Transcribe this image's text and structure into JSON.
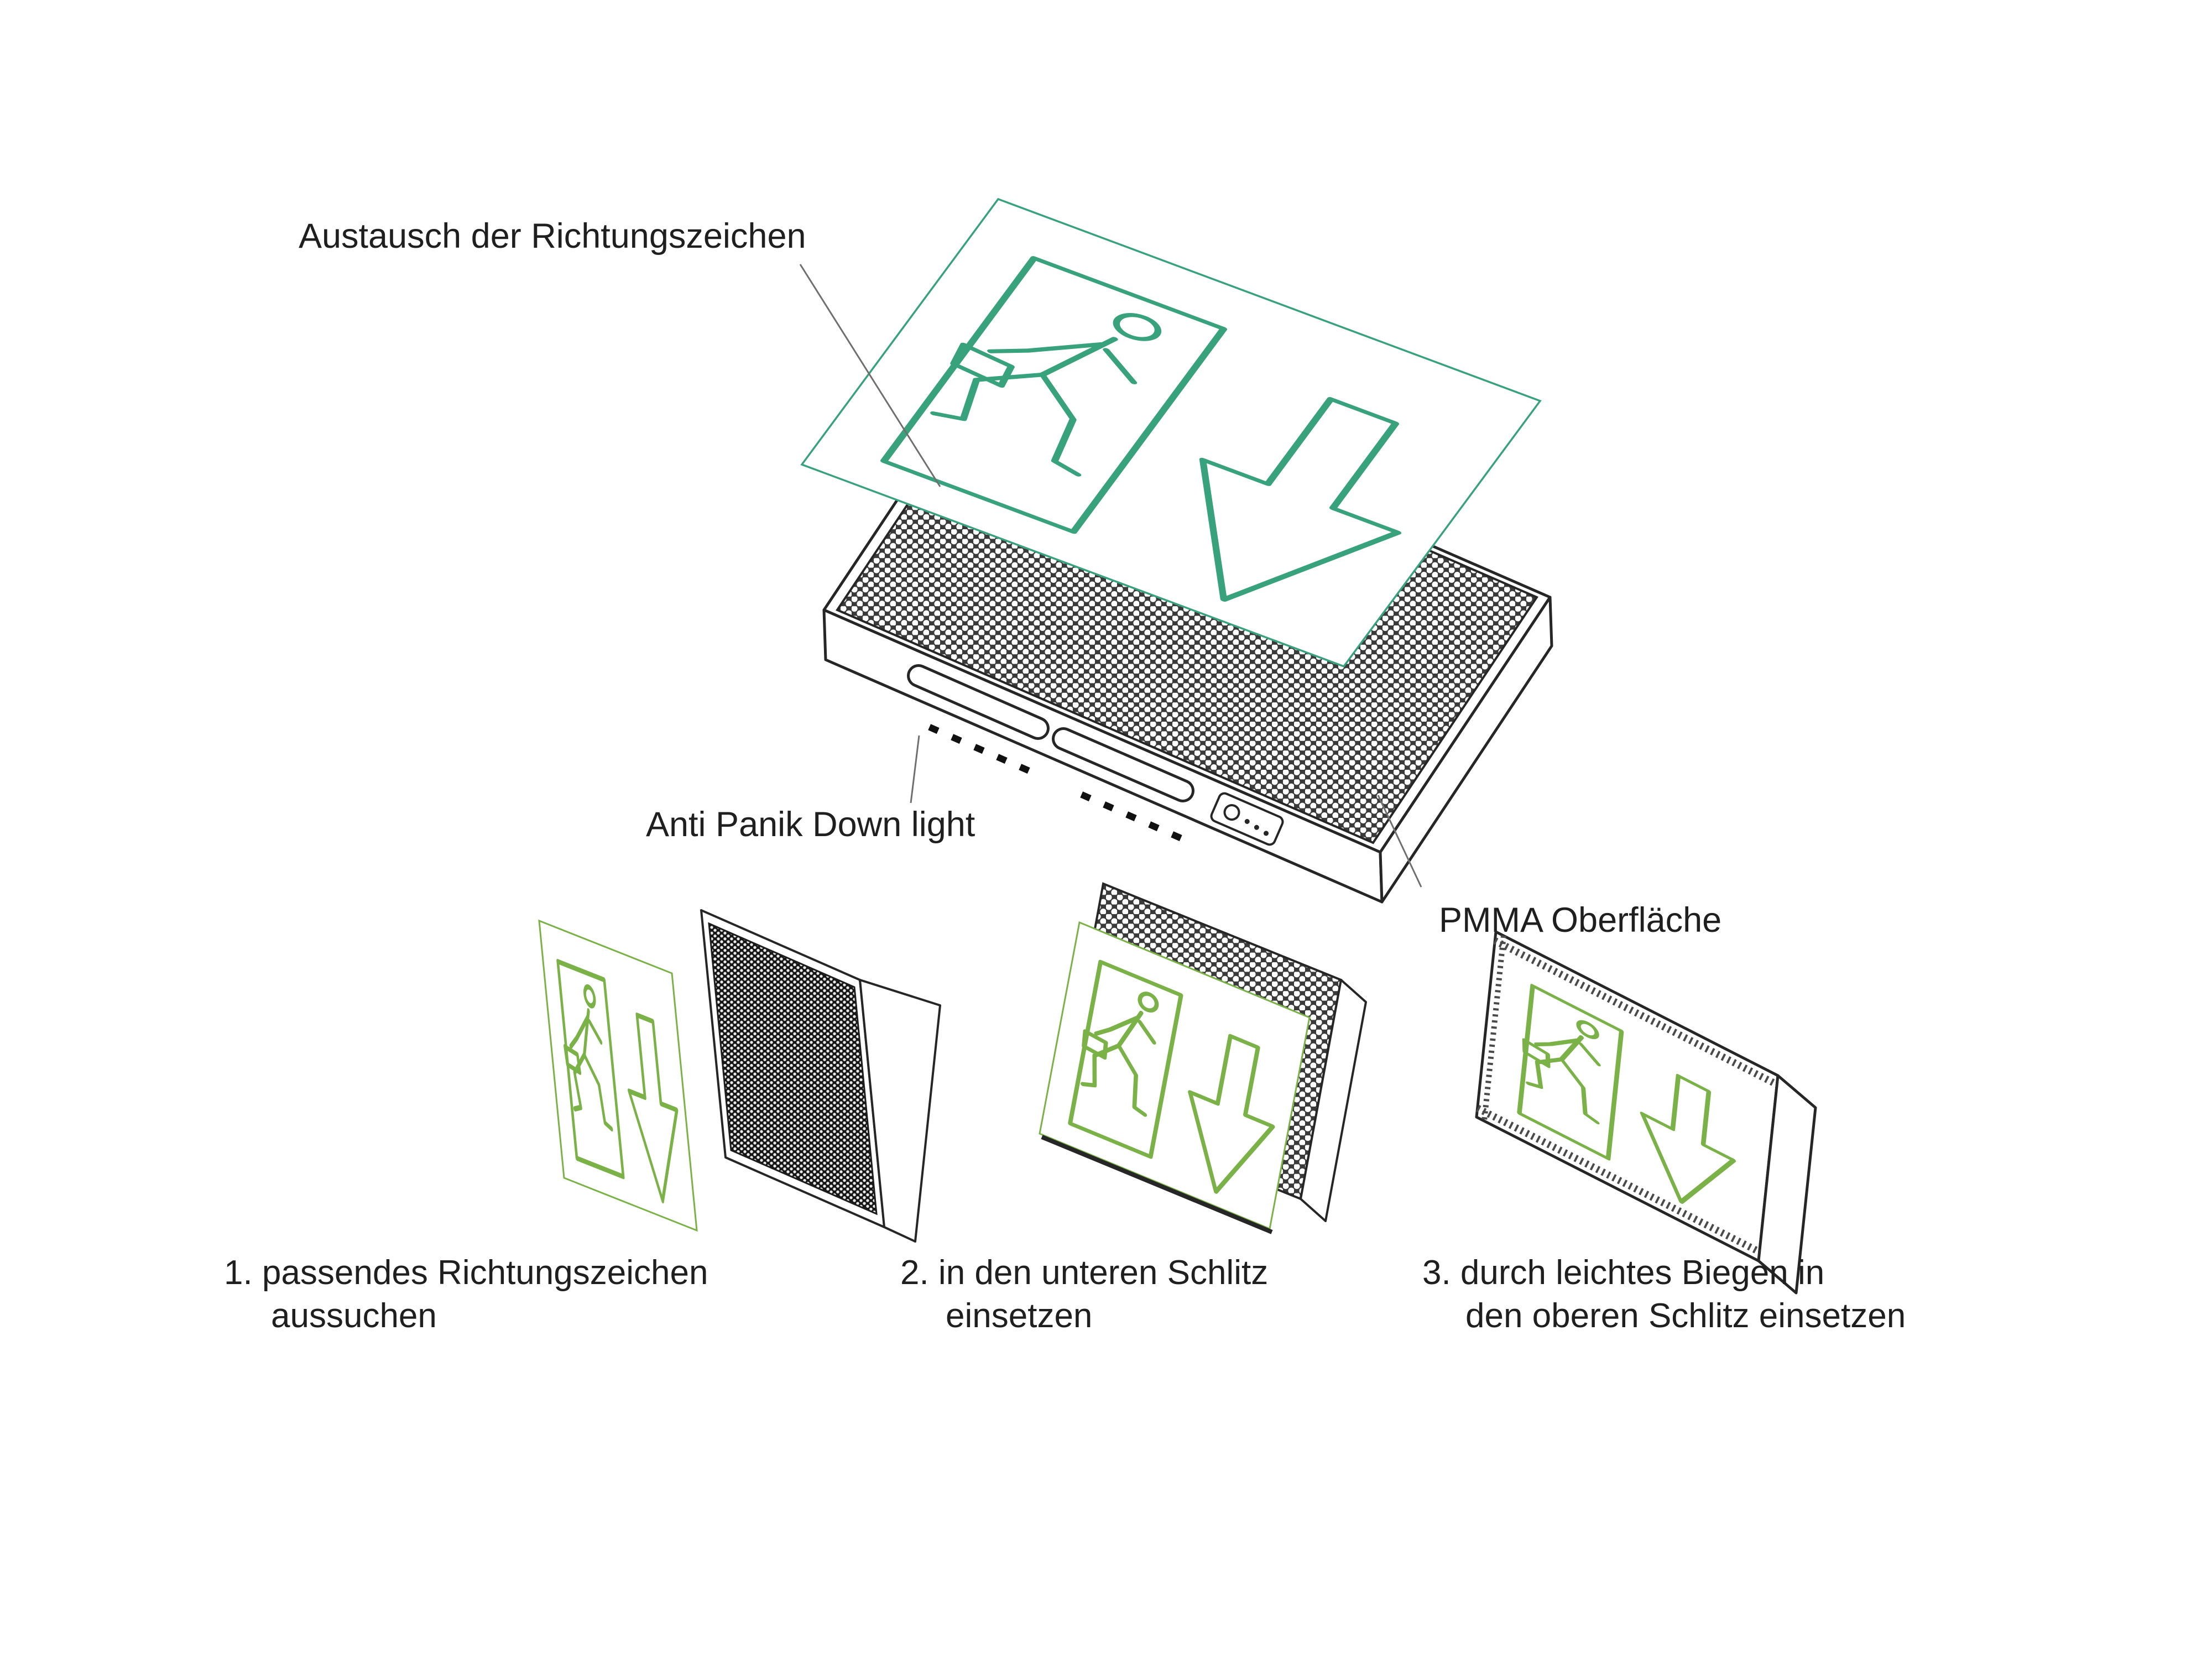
{
  "figure": {
    "annotations": {
      "replacement_title": "Austausch der Richtungszeichen",
      "anti_panic_light": "Anti Panik Down light",
      "pmma_surface": "PMMA Oberfläche"
    },
    "steps": [
      {
        "line1": "1. passendes Richtungszeichen",
        "line2": "aussuchen"
      },
      {
        "line1": "2. in den unteren Schlitz",
        "line2": "einsetzen"
      },
      {
        "line1": "3. durch leichtes Biegen in",
        "line2": "den oberen Schlitz einsetzen"
      }
    ],
    "icons": {
      "running_man": "running-man-icon",
      "down_arrow": "down-arrow-icon"
    },
    "colors": {
      "sign_green_top": "#38a27c",
      "sign_green_steps": "#7ab247",
      "line_dark": "#262626",
      "leader_gray": "#6f6f6f",
      "mesh_dark": "#3a3a3a",
      "mesh_darker": "#161616"
    }
  }
}
